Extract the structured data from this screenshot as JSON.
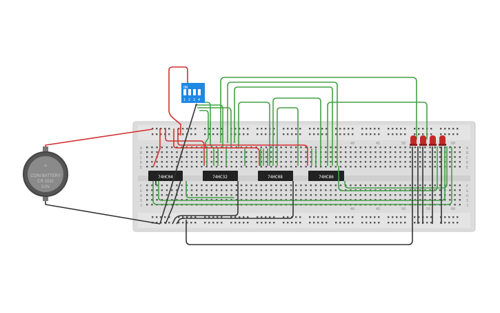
{
  "battery": {
    "line1": "COIN BATTERY",
    "line2": "CR 2032",
    "line3": "3.0V",
    "plus": "+"
  },
  "dip_switch": {
    "on_label": "ON",
    "numbers": [
      "1",
      "2",
      "3",
      "4"
    ],
    "color": "#1e88e5"
  },
  "chips": [
    {
      "label": "74HC04"
    },
    {
      "label": "74HC32"
    },
    {
      "label": "74HC08"
    },
    {
      "label": "74HC86"
    }
  ],
  "breadboard": {
    "row_letters_top": [
      "A",
      "B",
      "C",
      "D",
      "E"
    ],
    "row_letters_bottom": [
      "F",
      "G",
      "H",
      "I",
      "J"
    ],
    "column_numbers_top": [
      "40",
      "45",
      "50",
      "60"
    ],
    "column_numbers_bottom": [
      "40",
      "45",
      "50",
      "55",
      "60"
    ]
  },
  "leds": {
    "count": 4,
    "color": "#c62828"
  },
  "wire_colors": {
    "power": "#d32f2f",
    "ground": "#333333",
    "signal": "#43a047"
  }
}
